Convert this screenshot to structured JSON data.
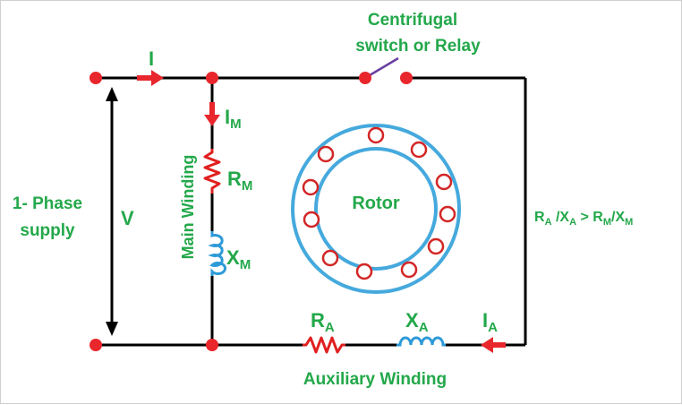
{
  "colors": {
    "wire": "#000000",
    "node": "#e8262b",
    "label_green": "#23a84a",
    "resistor": "#e02020",
    "inductor": "#2c9ad8",
    "stator_ring": "#45a9dd",
    "rotor_slot": "#d32626",
    "current_arrow": "#e8262b",
    "switch_lever": "#6a3fa2"
  },
  "labels": {
    "switch_line1": "Centrifugal",
    "switch_line2": "switch or Relay",
    "supply_current": "I",
    "main_current_base": "I",
    "main_current_sub": "M",
    "main_resistance_base": "R",
    "main_resistance_sub": "M",
    "main_reactance_base": "X",
    "main_reactance_sub": "M",
    "main_winding": "Main Winding",
    "supply_line1": "1- Phase",
    "supply_line2": "supply",
    "voltage": "V",
    "rotor": "Rotor",
    "ratio_ra_base": "R",
    "ratio_ra_sub": "A",
    "ratio_slash1": " /",
    "ratio_xa_base": "X",
    "ratio_xa_sub": "A",
    "ratio_gt": " > ",
    "ratio_rm_base": "R",
    "ratio_rm_sub": "M",
    "ratio_slash2": "/",
    "ratio_xm_base": "X",
    "ratio_xm_sub": "M",
    "aux_resistance_base": "R",
    "aux_resistance_sub": "A",
    "aux_reactance_base": "X",
    "aux_reactance_sub": "A",
    "aux_current_base": "I",
    "aux_current_sub": "A",
    "aux_winding": "Auxiliary Winding"
  }
}
